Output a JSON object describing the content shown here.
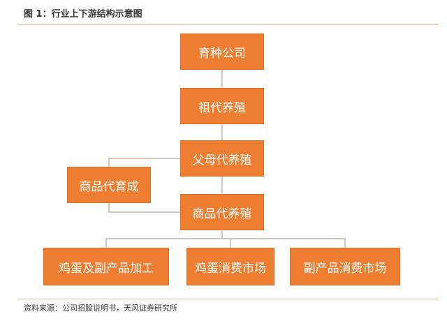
{
  "title": "图 1：行业上下游结构示意图",
  "nodes": {
    "breeding": "育种公司",
    "grandparent": "祖代养殖",
    "parent": "父母代养殖",
    "commercial_rearing": "商品代育成",
    "commercial": "商品代养殖",
    "egg_processing": "鸡蛋及副产品加工",
    "egg_market": "鸡蛋消费市场",
    "byproduct_market": "副产品消费市场"
  },
  "source": "资料来源：公司招股说明书，天风证券研究所",
  "colors": {
    "box": "#ed7d31",
    "line": "#bfa898",
    "rule": "#f2b48a"
  }
}
